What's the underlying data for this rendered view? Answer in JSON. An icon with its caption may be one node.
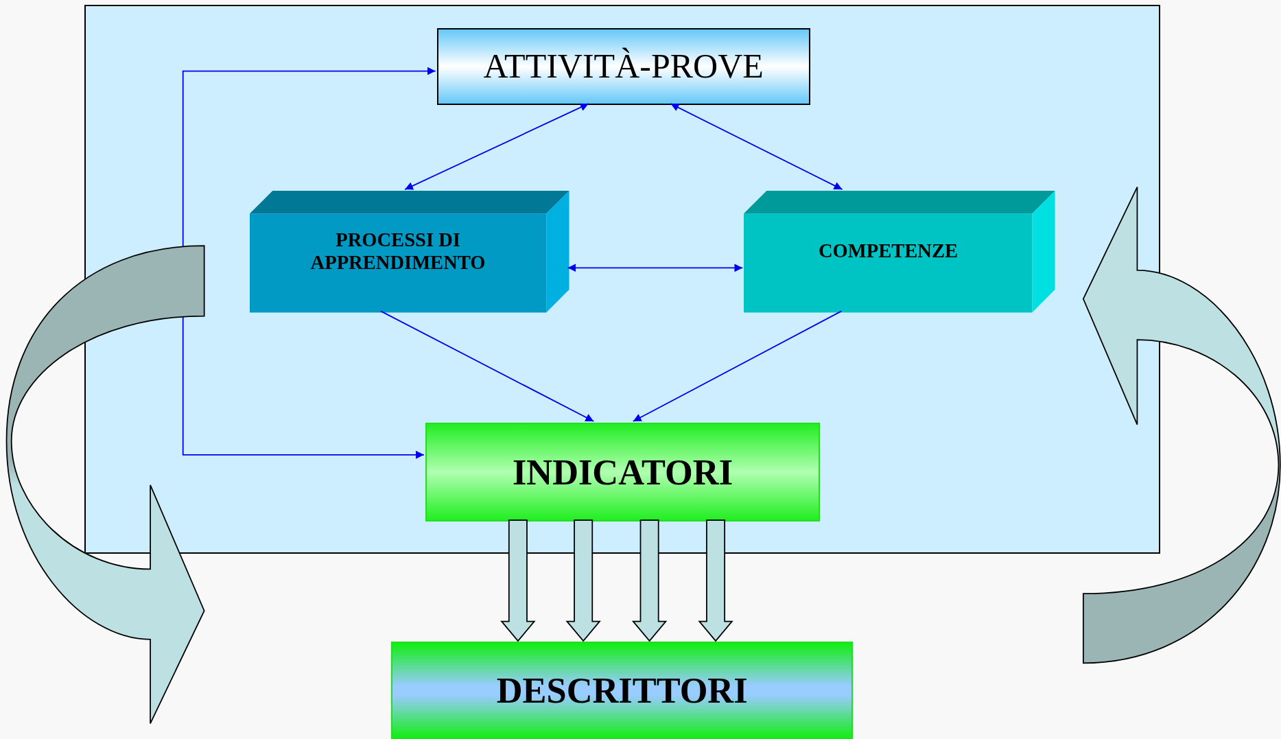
{
  "diagram": {
    "nodes": [
      {
        "text": [],
        "shape": "box"
      },
      {
        "text": [
          "ATTIVITÀ-PROVE"
        ],
        "in": 0
      },
      {
        "text": [
          "PROCESSI DI APPRENDIMENTO"
        ],
        "in": 0
      },
      {
        "text": [
          "COMPETENZE"
        ],
        "in": 0
      },
      {
        "text": [
          "INDICATORI"
        ],
        "in": 0
      },
      {
        "text": [
          "DESCRITTORI"
        ]
      }
    ],
    "edges": [
      {
        "from": 1,
        "to": 2,
        "arrow": "both"
      },
      {
        "from": 1,
        "to": 3,
        "arrow": "both"
      },
      {
        "from": 2,
        "to": 3,
        "arrow": "both"
      },
      {
        "from": 2,
        "to": 4,
        "arrow": "to"
      },
      {
        "from": 3,
        "to": 4,
        "arrow": "to"
      },
      {
        "from": 1,
        "to": 4,
        "arrow": "both"
      },
      {
        "from": 4,
        "to": 5,
        "arrow": "to",
        "style": "thick",
        "color": "#bde0e2"
      },
      {
        "from": 4,
        "to": 5,
        "arrow": "to",
        "style": "thick",
        "color": "#bde0e2"
      },
      {
        "from": 4,
        "to": 5,
        "arrow": "to",
        "style": "thick",
        "color": "#bde0e2"
      },
      {
        "from": 4,
        "to": 5,
        "arrow": "to",
        "style": "thick",
        "color": "#bde0e2"
      }
    ]
  }
}
